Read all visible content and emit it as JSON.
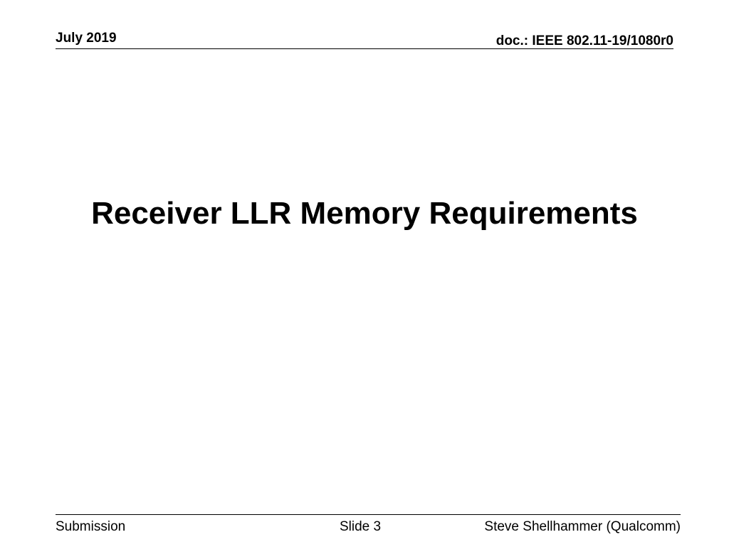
{
  "header": {
    "date": "July 2019",
    "doc": "doc.: IEEE 802.11-19/1080r0"
  },
  "title": "Receiver LLR Memory Requirements",
  "footer": {
    "left": "Submission",
    "center": "Slide 3",
    "right": "Steve Shellhammer (Qualcomm)"
  }
}
